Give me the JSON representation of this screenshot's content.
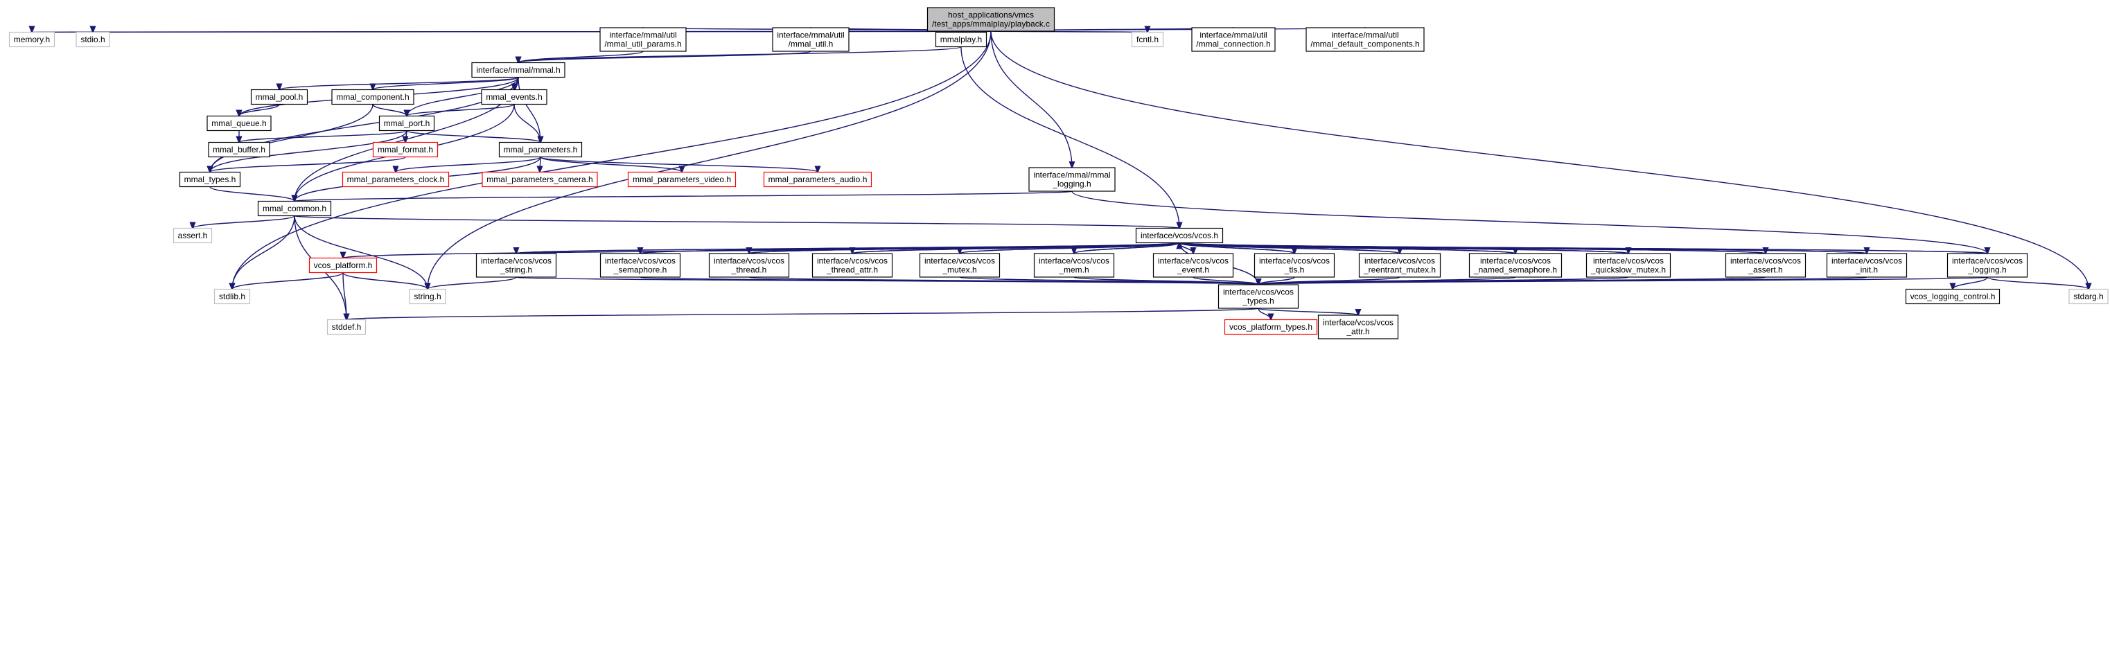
{
  "diagram": {
    "type": "include-dependency-graph",
    "colors": {
      "root_fill": "#bfbfbf",
      "node_border": "#000000",
      "system_border": "#bfbfbf",
      "missing_border": "#ff0000",
      "edge": "#191970"
    },
    "nodes": [
      {
        "id": "playback",
        "kind": "root",
        "lines": [
          "host_applications/vmcs",
          "/test_apps/mmalplay/playback.c"
        ]
      },
      {
        "id": "memory",
        "kind": "system",
        "lines": [
          "memory.h"
        ]
      },
      {
        "id": "stdio",
        "kind": "system",
        "lines": [
          "stdio.h"
        ]
      },
      {
        "id": "mmal_util_params",
        "kind": "normal",
        "lines": [
          "interface/mmal/util",
          "/mmal_util_params.h"
        ]
      },
      {
        "id": "mmal_util",
        "kind": "normal",
        "lines": [
          "interface/mmal/util",
          "/mmal_util.h"
        ]
      },
      {
        "id": "mmalplay",
        "kind": "normal",
        "lines": [
          "mmalplay.h"
        ]
      },
      {
        "id": "fcntl",
        "kind": "system",
        "lines": [
          "fcntl.h"
        ]
      },
      {
        "id": "mmal_connection",
        "kind": "normal",
        "lines": [
          "interface/mmal/util",
          "/mmal_connection.h"
        ]
      },
      {
        "id": "mmal_default_components",
        "kind": "normal",
        "lines": [
          "interface/mmal/util",
          "/mmal_default_components.h"
        ]
      },
      {
        "id": "mmal",
        "kind": "normal",
        "lines": [
          "interface/mmal/mmal.h"
        ]
      },
      {
        "id": "mmal_pool",
        "kind": "normal",
        "lines": [
          "mmal_pool.h"
        ]
      },
      {
        "id": "mmal_component",
        "kind": "normal",
        "lines": [
          "mmal_component.h"
        ]
      },
      {
        "id": "mmal_events",
        "kind": "normal",
        "lines": [
          "mmal_events.h"
        ]
      },
      {
        "id": "mmal_queue",
        "kind": "normal",
        "lines": [
          "mmal_queue.h"
        ]
      },
      {
        "id": "mmal_port",
        "kind": "normal",
        "lines": [
          "mmal_port.h"
        ]
      },
      {
        "id": "mmal_buffer",
        "kind": "normal",
        "lines": [
          "mmal_buffer.h"
        ]
      },
      {
        "id": "mmal_format",
        "kind": "missing",
        "lines": [
          "mmal_format.h"
        ]
      },
      {
        "id": "mmal_parameters",
        "kind": "normal",
        "lines": [
          "mmal_parameters.h"
        ]
      },
      {
        "id": "mmal_types",
        "kind": "normal",
        "lines": [
          "mmal_types.h"
        ]
      },
      {
        "id": "mmal_parameters_clock",
        "kind": "missing",
        "lines": [
          "mmal_parameters_clock.h"
        ]
      },
      {
        "id": "mmal_parameters_camera",
        "kind": "missing",
        "lines": [
          "mmal_parameters_camera.h"
        ]
      },
      {
        "id": "mmal_parameters_video",
        "kind": "missing",
        "lines": [
          "mmal_parameters_video.h"
        ]
      },
      {
        "id": "mmal_parameters_audio",
        "kind": "missing",
        "lines": [
          "mmal_parameters_audio.h"
        ]
      },
      {
        "id": "mmal_logging",
        "kind": "normal",
        "lines": [
          "interface/mmal/mmal",
          "_logging.h"
        ]
      },
      {
        "id": "mmal_common",
        "kind": "normal",
        "lines": [
          "mmal_common.h"
        ]
      },
      {
        "id": "assert",
        "kind": "system",
        "lines": [
          "assert.h"
        ]
      },
      {
        "id": "vcos",
        "kind": "normal",
        "lines": [
          "interface/vcos/vcos.h"
        ]
      },
      {
        "id": "vcos_platform",
        "kind": "missing",
        "lines": [
          "vcos_platform.h"
        ]
      },
      {
        "id": "vcos_string",
        "kind": "normal",
        "lines": [
          "interface/vcos/vcos",
          "_string.h"
        ]
      },
      {
        "id": "vcos_semaphore",
        "kind": "normal",
        "lines": [
          "interface/vcos/vcos",
          "_semaphore.h"
        ]
      },
      {
        "id": "vcos_thread",
        "kind": "normal",
        "lines": [
          "interface/vcos/vcos",
          "_thread.h"
        ]
      },
      {
        "id": "vcos_thread_attr",
        "kind": "normal",
        "lines": [
          "interface/vcos/vcos",
          "_thread_attr.h"
        ]
      },
      {
        "id": "vcos_mutex",
        "kind": "normal",
        "lines": [
          "interface/vcos/vcos",
          "_mutex.h"
        ]
      },
      {
        "id": "vcos_mem",
        "kind": "normal",
        "lines": [
          "interface/vcos/vcos",
          "_mem.h"
        ]
      },
      {
        "id": "vcos_event",
        "kind": "normal",
        "lines": [
          "interface/vcos/vcos",
          "_event.h"
        ]
      },
      {
        "id": "vcos_tls",
        "kind": "normal",
        "lines": [
          "interface/vcos/vcos",
          "_tls.h"
        ]
      },
      {
        "id": "vcos_reentrant_mutex",
        "kind": "normal",
        "lines": [
          "interface/vcos/vcos",
          "_reentrant_mutex.h"
        ]
      },
      {
        "id": "vcos_named_semaphore",
        "kind": "normal",
        "lines": [
          "interface/vcos/vcos",
          "_named_semaphore.h"
        ]
      },
      {
        "id": "vcos_quickslow_mutex",
        "kind": "normal",
        "lines": [
          "interface/vcos/vcos",
          "_quickslow_mutex.h"
        ]
      },
      {
        "id": "vcos_assert",
        "kind": "normal",
        "lines": [
          "interface/vcos/vcos",
          "_assert.h"
        ]
      },
      {
        "id": "vcos_init",
        "kind": "normal",
        "lines": [
          "interface/vcos/vcos",
          "_init.h"
        ]
      },
      {
        "id": "vcos_logging",
        "kind": "normal",
        "lines": [
          "interface/vcos/vcos",
          "_logging.h"
        ]
      },
      {
        "id": "stdlib",
        "kind": "system",
        "lines": [
          "stdlib.h"
        ]
      },
      {
        "id": "string",
        "kind": "system",
        "lines": [
          "string.h"
        ]
      },
      {
        "id": "vcos_types",
        "kind": "normal",
        "lines": [
          "interface/vcos/vcos",
          "_types.h"
        ]
      },
      {
        "id": "vcos_logging_control",
        "kind": "normal",
        "lines": [
          "vcos_logging_control.h"
        ]
      },
      {
        "id": "stdarg",
        "kind": "system",
        "lines": [
          "stdarg.h"
        ]
      },
      {
        "id": "stddef",
        "kind": "system",
        "lines": [
          "stddef.h"
        ]
      },
      {
        "id": "vcos_platform_types",
        "kind": "missing",
        "lines": [
          "vcos_platform_types.h"
        ]
      },
      {
        "id": "vcos_attr",
        "kind": "normal",
        "lines": [
          "interface/vcos/vcos",
          "_attr.h"
        ]
      }
    ],
    "edges": [
      [
        "playback",
        "memory"
      ],
      [
        "playback",
        "stdio"
      ],
      [
        "playback",
        "mmal_util_params"
      ],
      [
        "playback",
        "mmal_util"
      ],
      [
        "playback",
        "mmalplay"
      ],
      [
        "playback",
        "fcntl"
      ],
      [
        "playback",
        "mmal_connection"
      ],
      [
        "playback",
        "mmal_default_components"
      ],
      [
        "playback",
        "stdlib"
      ],
      [
        "playback",
        "string"
      ],
      [
        "playback",
        "mmal_logging"
      ],
      [
        "playback",
        "stdarg"
      ],
      [
        "mmal_util_params",
        "mmal"
      ],
      [
        "mmal_util",
        "mmal"
      ],
      [
        "mmalplay",
        "mmal"
      ],
      [
        "mmalplay",
        "vcos"
      ],
      [
        "mmal",
        "mmal_pool"
      ],
      [
        "mmal",
        "mmal_component"
      ],
      [
        "mmal",
        "mmal_events"
      ],
      [
        "mmal",
        "mmal_queue"
      ],
      [
        "mmal",
        "mmal_port"
      ],
      [
        "mmal",
        "mmal_parameters"
      ],
      [
        "mmal",
        "mmal_types"
      ],
      [
        "mmal",
        "mmal_common"
      ],
      [
        "mmal_pool",
        "mmal_queue"
      ],
      [
        "mmal_component",
        "mmal_port"
      ],
      [
        "mmal_component",
        "mmal_types"
      ],
      [
        "mmal_events",
        "mmal_port"
      ],
      [
        "mmal_events",
        "mmal_parameters"
      ],
      [
        "mmal_events",
        "mmal_common"
      ],
      [
        "mmal_queue",
        "mmal_buffer"
      ],
      [
        "mmal_port",
        "mmal_buffer"
      ],
      [
        "mmal_port",
        "mmal_format"
      ],
      [
        "mmal_port",
        "mmal_parameters"
      ],
      [
        "mmal_port",
        "mmal_types"
      ],
      [
        "mmal_format",
        "mmal_types"
      ],
      [
        "mmal_parameters",
        "mmal_common"
      ],
      [
        "mmal_parameters",
        "mmal_parameters_clock"
      ],
      [
        "mmal_parameters",
        "mmal_parameters_camera"
      ],
      [
        "mmal_parameters",
        "mmal_parameters_video"
      ],
      [
        "mmal_parameters",
        "mmal_parameters_audio"
      ],
      [
        "mmal_types",
        "mmal_common"
      ],
      [
        "mmal_logging",
        "mmal_common"
      ],
      [
        "mmal_logging",
        "vcos_logging"
      ],
      [
        "mmal_common",
        "assert"
      ],
      [
        "mmal_common",
        "stdlib"
      ],
      [
        "mmal_common",
        "string"
      ],
      [
        "mmal_common",
        "stddef"
      ],
      [
        "mmal_common",
        "vcos"
      ],
      [
        "vcos",
        "vcos_platform"
      ],
      [
        "vcos",
        "vcos_string"
      ],
      [
        "vcos",
        "vcos_semaphore"
      ],
      [
        "vcos",
        "vcos_thread"
      ],
      [
        "vcos",
        "vcos_thread_attr"
      ],
      [
        "vcos",
        "vcos_mutex"
      ],
      [
        "vcos",
        "vcos_mem"
      ],
      [
        "vcos",
        "vcos_event"
      ],
      [
        "vcos",
        "vcos_tls"
      ],
      [
        "vcos",
        "vcos_reentrant_mutex"
      ],
      [
        "vcos",
        "vcos_named_semaphore"
      ],
      [
        "vcos",
        "vcos_quickslow_mutex"
      ],
      [
        "vcos",
        "vcos_assert"
      ],
      [
        "vcos",
        "vcos_init"
      ],
      [
        "vcos",
        "vcos_logging"
      ],
      [
        "vcos",
        "vcos_types"
      ],
      [
        "vcos_platform",
        "stdlib"
      ],
      [
        "vcos_platform",
        "string"
      ],
      [
        "vcos_platform",
        "stddef"
      ],
      [
        "vcos_string",
        "string"
      ],
      [
        "vcos_string",
        "vcos_types"
      ],
      [
        "vcos_string",
        "vcos"
      ],
      [
        "vcos_semaphore",
        "vcos_types"
      ],
      [
        "vcos_semaphore",
        "vcos"
      ],
      [
        "vcos_thread",
        "vcos_types"
      ],
      [
        "vcos_thread",
        "vcos"
      ],
      [
        "vcos_thread_attr",
        "vcos"
      ],
      [
        "vcos_mutex",
        "vcos_types"
      ],
      [
        "vcos_mutex",
        "vcos"
      ],
      [
        "vcos_mem",
        "vcos_types"
      ],
      [
        "vcos_mem",
        "vcos"
      ],
      [
        "vcos_event",
        "vcos_types"
      ],
      [
        "vcos_event",
        "vcos"
      ],
      [
        "vcos_tls",
        "vcos_types"
      ],
      [
        "vcos_tls",
        "vcos"
      ],
      [
        "vcos_reentrant_mutex",
        "vcos_types"
      ],
      [
        "vcos_reentrant_mutex",
        "vcos"
      ],
      [
        "vcos_named_semaphore",
        "vcos_types"
      ],
      [
        "vcos_named_semaphore",
        "vcos"
      ],
      [
        "vcos_quickslow_mutex",
        "vcos_types"
      ],
      [
        "vcos_quickslow_mutex",
        "vcos"
      ],
      [
        "vcos_assert",
        "vcos_types"
      ],
      [
        "vcos_assert",
        "vcos"
      ],
      [
        "vcos_init",
        "vcos_types"
      ],
      [
        "vcos_init",
        "vcos"
      ],
      [
        "vcos_logging",
        "vcos_types"
      ],
      [
        "vcos_logging",
        "vcos"
      ],
      [
        "vcos_logging",
        "vcos_logging_control"
      ],
      [
        "vcos_logging",
        "stdarg"
      ],
      [
        "vcos_types",
        "stddef"
      ],
      [
        "vcos_types",
        "vcos_platform_types"
      ],
      [
        "vcos_types",
        "vcos_attr"
      ],
      [
        "vcos_types",
        "vcos"
      ]
    ]
  }
}
